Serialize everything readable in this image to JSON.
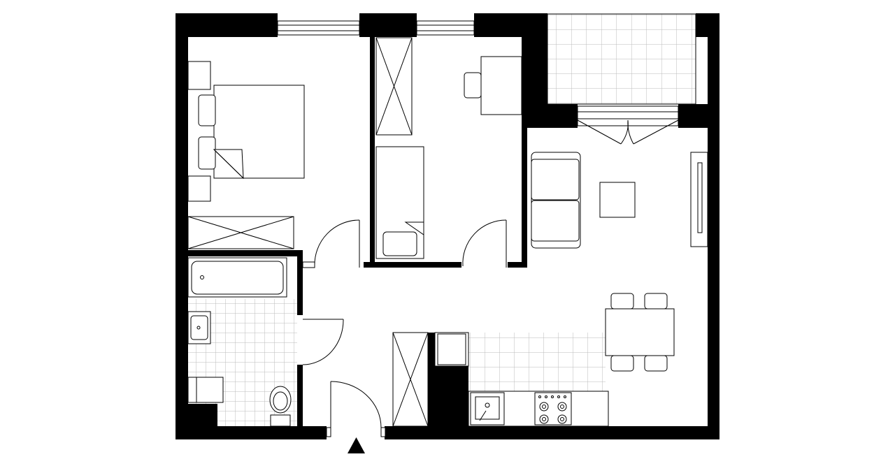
{
  "plan": {
    "rooms": [
      "bedroom",
      "second-bedroom",
      "living-room",
      "kitchen",
      "bathroom",
      "hallway",
      "balcony"
    ],
    "entrance_marker": "triangle-up-icon"
  }
}
